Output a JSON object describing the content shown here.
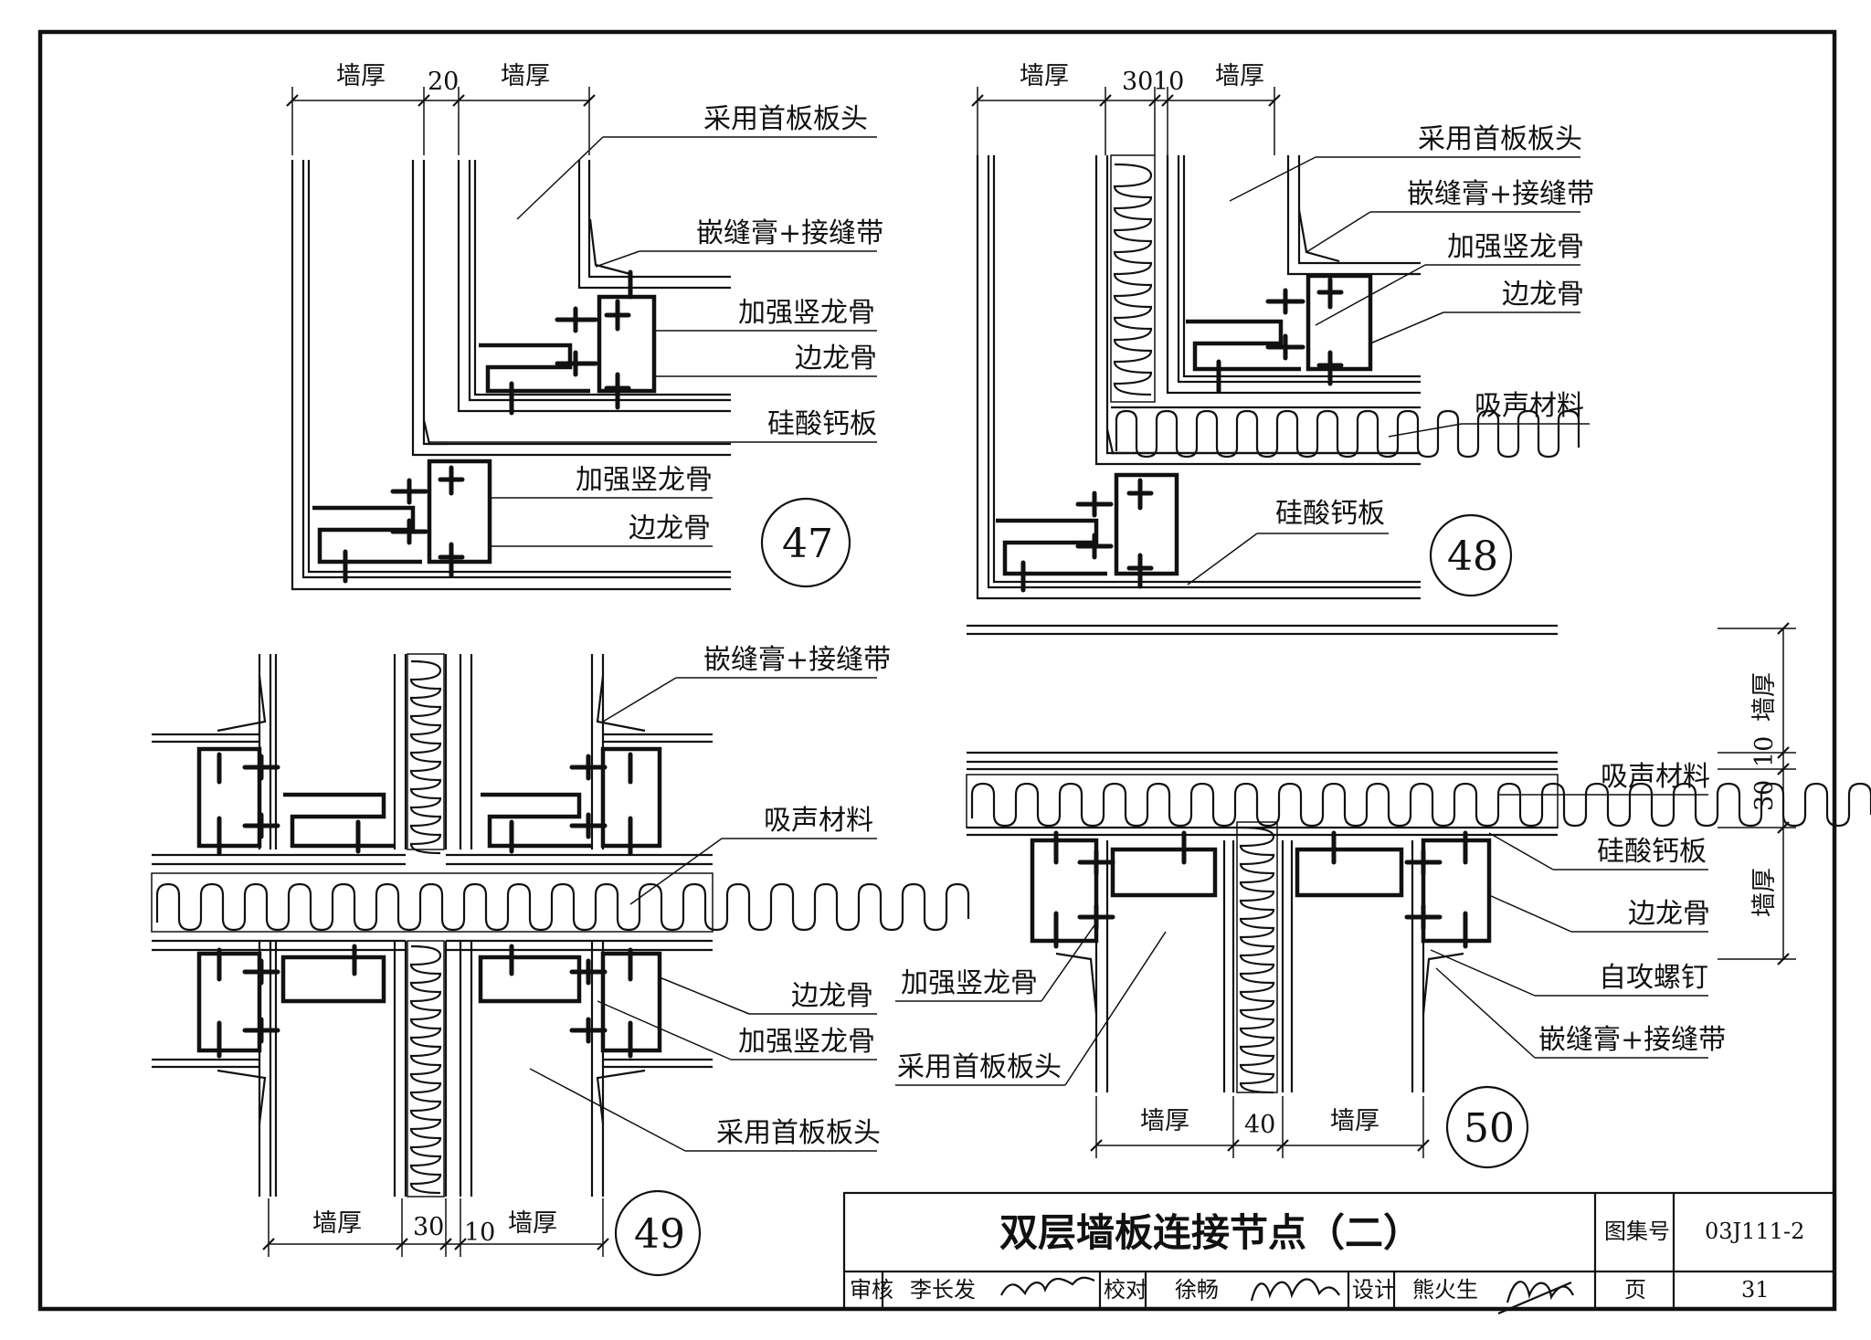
{
  "labels": {
    "wall_thickness": "墙厚",
    "board_head": "采用首板板头",
    "joint_compound_tape": "嵌缝膏+接缝带",
    "reinforced_stud": "加强竖龙骨",
    "edge_stud": "边龙骨",
    "calcium_silicate_board": "硅酸钙板",
    "acoustic_material": "吸声材料",
    "self_tapping_screw": "自攻螺钉"
  },
  "dims": {
    "d20": "20",
    "d30": "30",
    "d10": "10",
    "d40": "40"
  },
  "details": {
    "n47": "47",
    "n48": "48",
    "n49": "49",
    "n50": "50"
  },
  "title_block": {
    "title": "双层墙板连接节点（二）",
    "atlas_label": "图集号",
    "atlas_value": "03J111-2",
    "review_label": "审核",
    "reviewer": "李长发",
    "check_label": "校对",
    "checker": "徐畅",
    "design_label": "设计",
    "designer": "熊火生",
    "page_label": "页",
    "page_value": "31"
  }
}
